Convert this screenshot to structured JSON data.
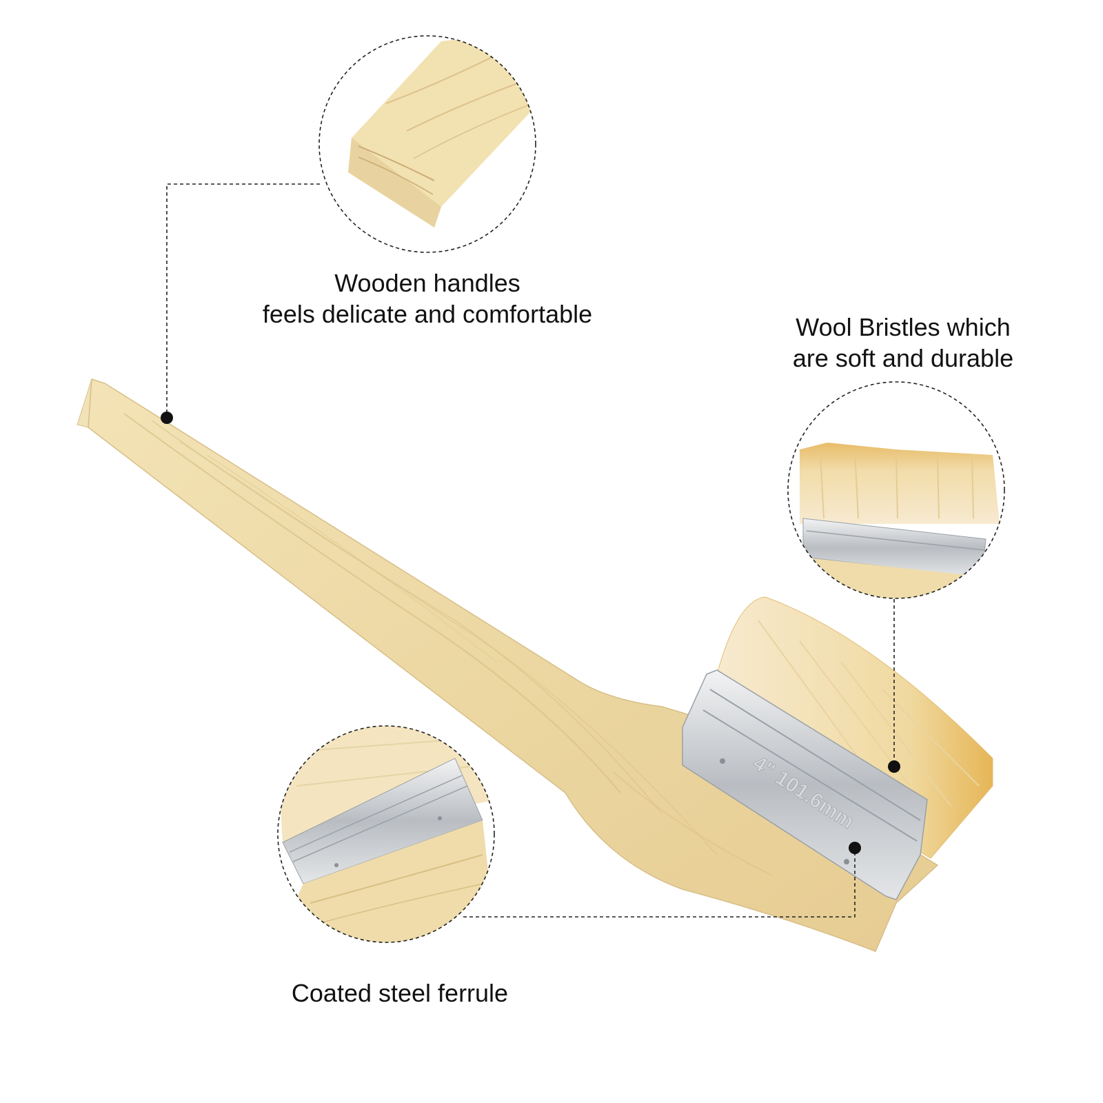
{
  "captions": {
    "handle": {
      "line1": "Wooden handles",
      "line2": "feels delicate and comfortable"
    },
    "bristles": {
      "line1": "Wool Bristles which",
      "line2": "are soft and durable"
    },
    "ferrule": {
      "line1": "Coated steel ferrule"
    }
  },
  "ferrule_stamp": "4\" 101.6mm",
  "colors": {
    "wood": "#efdcaa",
    "wood_grain": "#d9bf85",
    "bristle": "#f4dfa8",
    "bristle_tip": "#e8b960",
    "steel": "#c9ccd0",
    "leader_line": "#222222"
  }
}
